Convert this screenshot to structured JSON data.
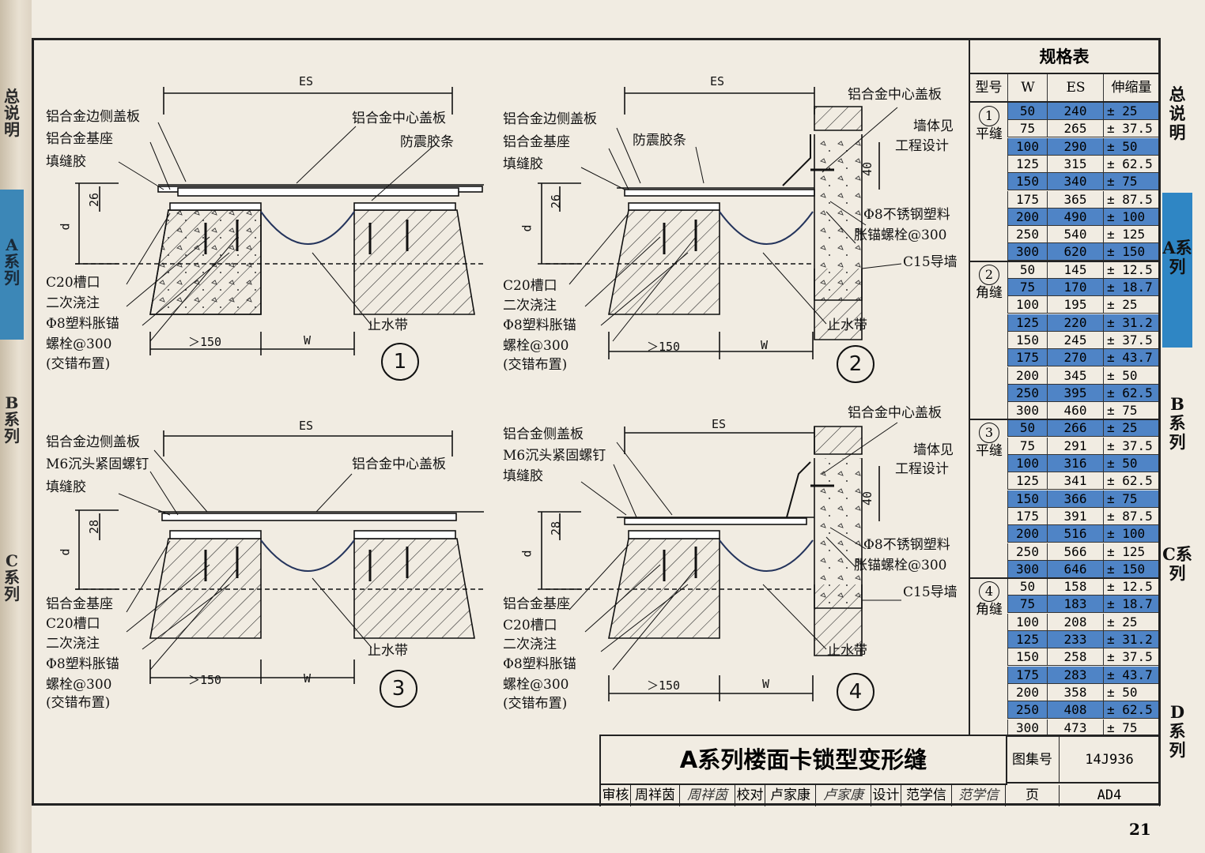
{
  "spine": {
    "tab1": "总说明",
    "tab2": "A系列",
    "tab3": "B系列",
    "tab4": "C系列"
  },
  "side_nav": [
    {
      "label": "总说明",
      "active": false
    },
    {
      "label": "A系列",
      "active": true
    },
    {
      "label": "B系列",
      "active": false
    },
    {
      "label": "C系列",
      "active": false
    },
    {
      "label": "D系列",
      "active": false
    }
  ],
  "diagrams": {
    "d1": {
      "number": "1",
      "es": "ES",
      "h": "26",
      "d": "d",
      "min": "＞150",
      "w": "W",
      "side_cover": "铝合金边侧盖板",
      "base": "铝合金基座",
      "filler": "填缝胶",
      "center_cover": "铝合金中心盖板",
      "quake": "防震胶条",
      "c20": "C20槽口",
      "pour": "二次浇注",
      "anchor": "Φ8塑料胀锚",
      "bolt": "螺栓@300",
      "stagger": "(交错布置)",
      "waterstop": "止水带"
    },
    "d2": {
      "number": "2",
      "es": "ES",
      "h": "26",
      "d": "d",
      "min": "＞150",
      "w": "W",
      "h40": "40",
      "side_cover": "铝合金边侧盖板",
      "base": "铝合金基座",
      "filler": "填缝胶",
      "center_cover": "铝合金中心盖板",
      "quake": "防震胶条",
      "wall1": "墙体见",
      "wall2": "工程设计",
      "ss1": "Φ8不锈钢塑料",
      "ss2": "胀锚螺栓@300",
      "guide": "C15导墙",
      "c20": "C20槽口",
      "pour": "二次浇注",
      "anchor": "Φ8塑料胀锚",
      "bolt": "螺栓@300",
      "stagger": "(交错布置)",
      "waterstop": "止水带"
    },
    "d3": {
      "number": "3",
      "es": "ES",
      "h": "28",
      "d": "d",
      "min": "＞150",
      "w": "W",
      "side_cover": "铝合金边侧盖板",
      "screw": "M6沉头紧固螺钉",
      "filler": "填缝胶",
      "center_cover": "铝合金中心盖板",
      "base": "铝合金基座",
      "c20": "C20槽口",
      "pour": "二次浇注",
      "anchor": "Φ8塑料胀锚",
      "bolt": "螺栓@300",
      "stagger": "(交错布置)",
      "waterstop": "止水带"
    },
    "d4": {
      "number": "4",
      "es": "ES",
      "h": "28",
      "d": "d",
      "min": "＞150",
      "w": "W",
      "h40": "40",
      "side_cover": "铝合金侧盖板",
      "screw": "M6沉头紧固螺钉",
      "filler": "填缝胶",
      "center_cover": "铝合金中心盖板",
      "wall1": "墙体见",
      "wall2": "工程设计",
      "ss1": "Φ8不锈钢塑料",
      "ss2": "胀锚螺栓@300",
      "guide": "C15导墙",
      "base": "铝合金基座",
      "c20": "C20槽口",
      "pour": "二次浇注",
      "anchor": "Φ8塑料胀锚",
      "bolt": "螺栓@300",
      "stagger": "(交错布置)",
      "waterstop": "止水带"
    }
  },
  "spec_table": {
    "title": "规格表",
    "headers": [
      "型号",
      "W",
      "ES",
      "伸缩量"
    ],
    "highlight_color": "#4f84c6",
    "groups": [
      {
        "num": "1",
        "name": "平缝",
        "rows": [
          {
            "W": "50",
            "ES": "240",
            "R": "± 25",
            "hl": true
          },
          {
            "W": "75",
            "ES": "265",
            "R": "± 37.5",
            "hl": false
          },
          {
            "W": "100",
            "ES": "290",
            "R": "± 50",
            "hl": true
          },
          {
            "W": "125",
            "ES": "315",
            "R": "± 62.5",
            "hl": false
          },
          {
            "W": "150",
            "ES": "340",
            "R": "± 75",
            "hl": true
          },
          {
            "W": "175",
            "ES": "365",
            "R": "± 87.5",
            "hl": false
          },
          {
            "W": "200",
            "ES": "490",
            "R": "± 100",
            "hl": true
          },
          {
            "W": "250",
            "ES": "540",
            "R": "± 125",
            "hl": false
          },
          {
            "W": "300",
            "ES": "620",
            "R": "± 150",
            "hl": true
          }
        ]
      },
      {
        "num": "2",
        "name": "角缝",
        "rows": [
          {
            "W": "50",
            "ES": "145",
            "R": "± 12.5",
            "hl": false
          },
          {
            "W": "75",
            "ES": "170",
            "R": "± 18.7",
            "hl": true
          },
          {
            "W": "100",
            "ES": "195",
            "R": "± 25",
            "hl": false
          },
          {
            "W": "125",
            "ES": "220",
            "R": "± 31.2",
            "hl": true
          },
          {
            "W": "150",
            "ES": "245",
            "R": "± 37.5",
            "hl": false
          },
          {
            "W": "175",
            "ES": "270",
            "R": "± 43.7",
            "hl": true
          },
          {
            "W": "200",
            "ES": "345",
            "R": "± 50",
            "hl": false
          },
          {
            "W": "250",
            "ES": "395",
            "R": "± 62.5",
            "hl": true
          },
          {
            "W": "300",
            "ES": "460",
            "R": "± 75",
            "hl": false
          }
        ]
      },
      {
        "num": "3",
        "name": "平缝",
        "rows": [
          {
            "W": "50",
            "ES": "266",
            "R": "± 25",
            "hl": true
          },
          {
            "W": "75",
            "ES": "291",
            "R": "± 37.5",
            "hl": false
          },
          {
            "W": "100",
            "ES": "316",
            "R": "± 50",
            "hl": true
          },
          {
            "W": "125",
            "ES": "341",
            "R": "± 62.5",
            "hl": false
          },
          {
            "W": "150",
            "ES": "366",
            "R": "± 75",
            "hl": true
          },
          {
            "W": "175",
            "ES": "391",
            "R": "± 87.5",
            "hl": false
          },
          {
            "W": "200",
            "ES": "516",
            "R": "± 100",
            "hl": true
          },
          {
            "W": "250",
            "ES": "566",
            "R": "± 125",
            "hl": false
          },
          {
            "W": "300",
            "ES": "646",
            "R": "± 150",
            "hl": true
          }
        ]
      },
      {
        "num": "4",
        "name": "角缝",
        "rows": [
          {
            "W": "50",
            "ES": "158",
            "R": "± 12.5",
            "hl": false
          },
          {
            "W": "75",
            "ES": "183",
            "R": "± 18.7",
            "hl": true
          },
          {
            "W": "100",
            "ES": "208",
            "R": "± 25",
            "hl": false
          },
          {
            "W": "125",
            "ES": "233",
            "R": "± 31.2",
            "hl": true
          },
          {
            "W": "150",
            "ES": "258",
            "R": "± 37.5",
            "hl": false
          },
          {
            "W": "175",
            "ES": "283",
            "R": "± 43.7",
            "hl": true
          },
          {
            "W": "200",
            "ES": "358",
            "R": "± 50",
            "hl": false
          },
          {
            "W": "250",
            "ES": "408",
            "R": "± 62.5",
            "hl": true
          },
          {
            "W": "300",
            "ES": "473",
            "R": "± 75",
            "hl": false
          }
        ]
      }
    ]
  },
  "title_block": {
    "title": "A系列楼面卡锁型变形缝",
    "atlas_label": "图集号",
    "atlas_no": "14J936",
    "review_label": "审核",
    "reviewer": "周祥茵",
    "check_label": "校对",
    "checker": "卢家康",
    "design_label": "设计",
    "designer": "范学信",
    "page_label": "页",
    "page_code": "AD4"
  },
  "page_number": "21"
}
